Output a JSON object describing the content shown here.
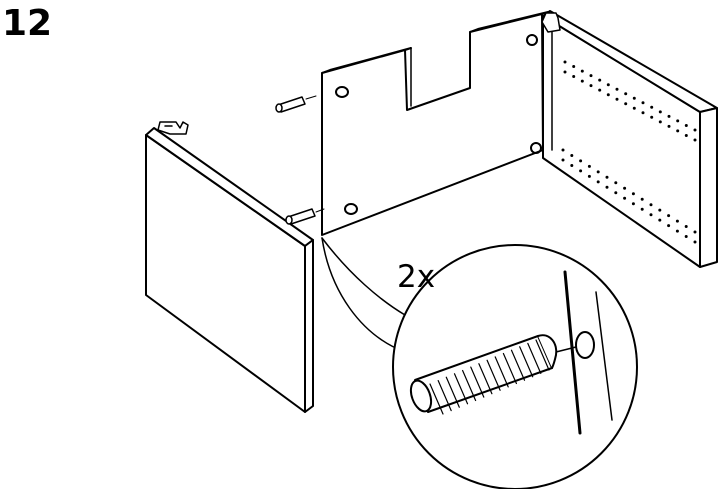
{
  "step": {
    "number": "12"
  },
  "detail": {
    "quantity": "2x"
  },
  "colors": {
    "line": "#000000",
    "background": "#ffffff"
  },
  "parts": [
    "side-panel",
    "back-panel",
    "right-panel-with-shelf-holes",
    "wooden-dowel"
  ]
}
